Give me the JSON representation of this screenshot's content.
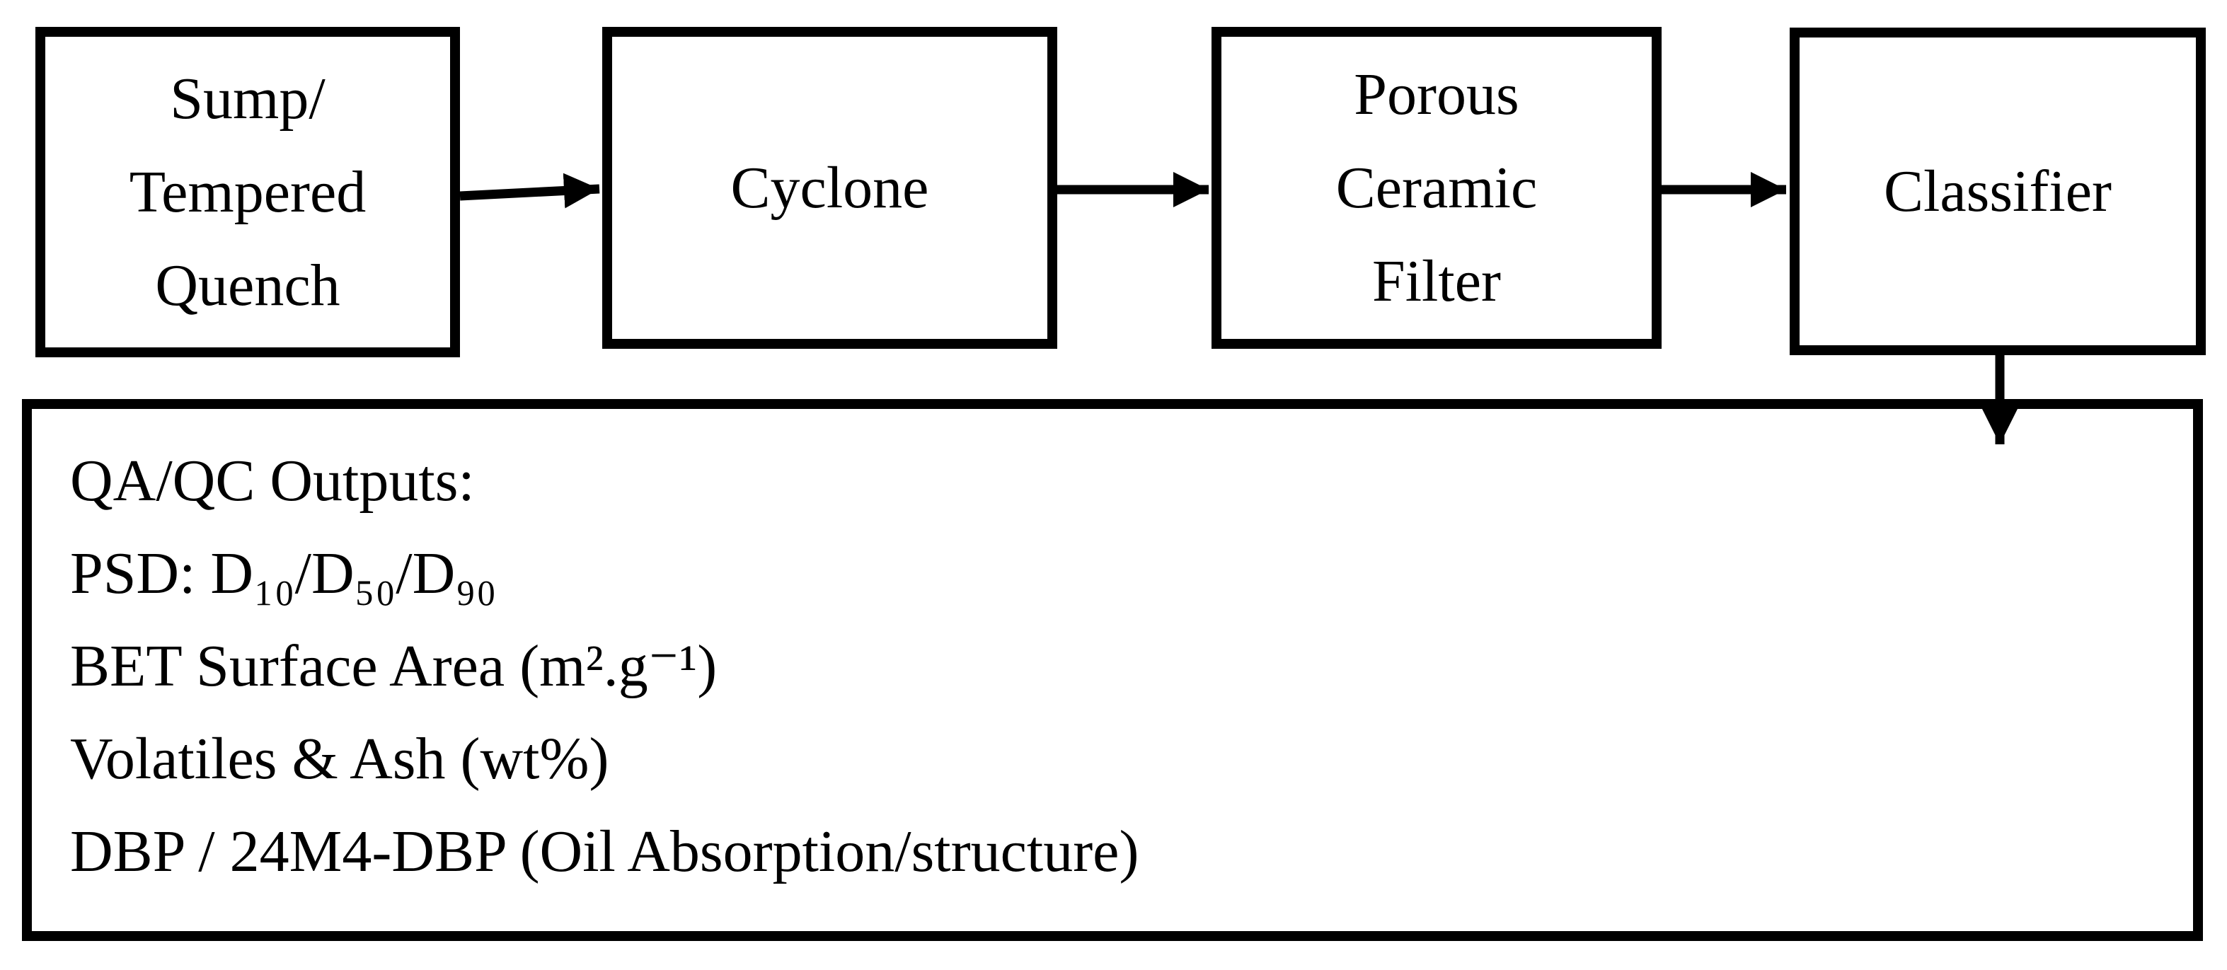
{
  "diagram": {
    "colors": {
      "background": "#ffffff",
      "line": "#000000",
      "text": "#000000"
    },
    "process_boxes": [
      {
        "name": "sump-tempered-quench",
        "lines": [
          "Sump/",
          "Tempered",
          "Quench"
        ]
      },
      {
        "name": "cyclone",
        "lines": [
          "Cyclone"
        ]
      },
      {
        "name": "porous-ceramic-filter",
        "lines": [
          "Porous",
          "Ceramic",
          "Filter"
        ]
      },
      {
        "name": "classifier",
        "lines": [
          "Classifier"
        ]
      }
    ],
    "qaqc_box": {
      "lines": [
        "QA/QC Outputs:",
        "PSD: D₁₀/D₅₀/D₉₀",
        "BET Surface Area (m².g⁻¹)",
        "Volatiles & Ash (wt%)",
        "DBP / 24M4-DBP (Oil Absorption/structure)"
      ]
    }
  }
}
